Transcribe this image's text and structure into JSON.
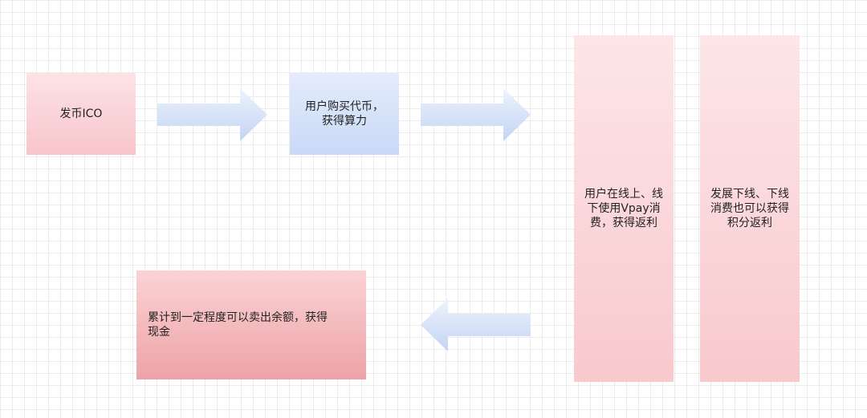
{
  "diagram": {
    "nodes": {
      "ico": "发币ICO",
      "buy": "用户购买代币，\n获得算力",
      "online": "用户在线上、线\n下使用Vpay消\n费，获得返利",
      "offline": "发展下线、下线\n消费也可以获得\n积分返利",
      "cash": "累计到一定程度可以卖出余额，获得\n现金"
    },
    "edges": [
      {
        "from": "ico",
        "to": "buy",
        "direction": "right"
      },
      {
        "from": "buy",
        "to": "online",
        "direction": "right"
      },
      {
        "from": "online",
        "to": "cash",
        "direction": "left"
      }
    ],
    "colors": {
      "pink_box": "#f7c5cb",
      "blue_box": "#c9d9f6",
      "red_box": "#eda3a7",
      "arrow_light": "#eef3fd",
      "arrow_dark": "#c3d4f3",
      "grid": "#ececec"
    }
  }
}
